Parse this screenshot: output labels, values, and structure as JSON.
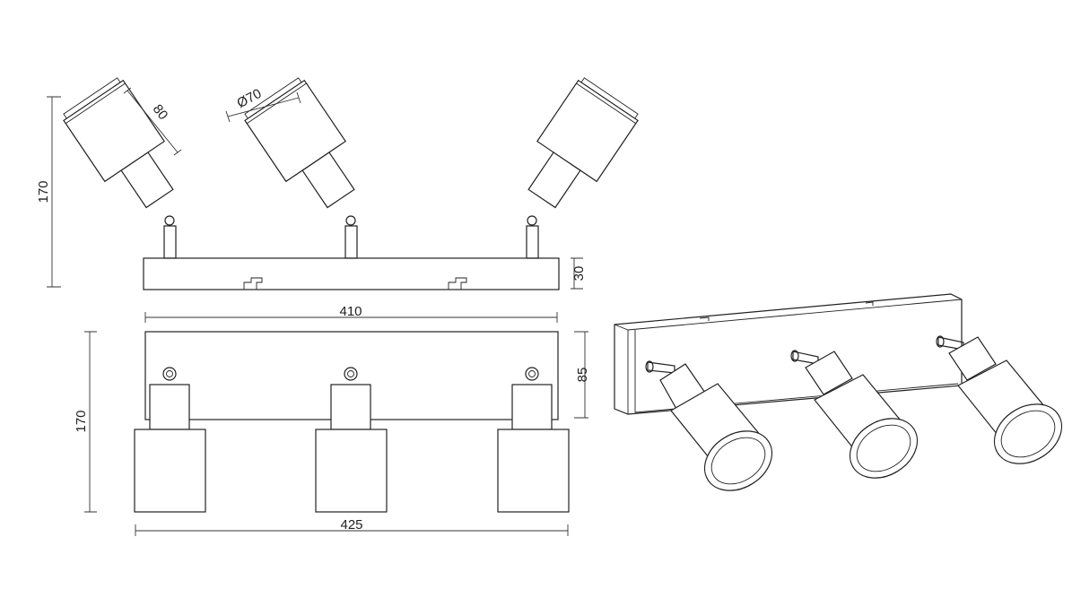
{
  "dimensions": {
    "side_height": "170",
    "shade_length": "80",
    "shade_diameter": "Ø70",
    "bar_height": "30",
    "bar_length": "410",
    "plan_depth": "85",
    "plan_height": "170",
    "overall_length": "425"
  },
  "colors": {
    "line": "#222222",
    "background": "#ffffff"
  }
}
